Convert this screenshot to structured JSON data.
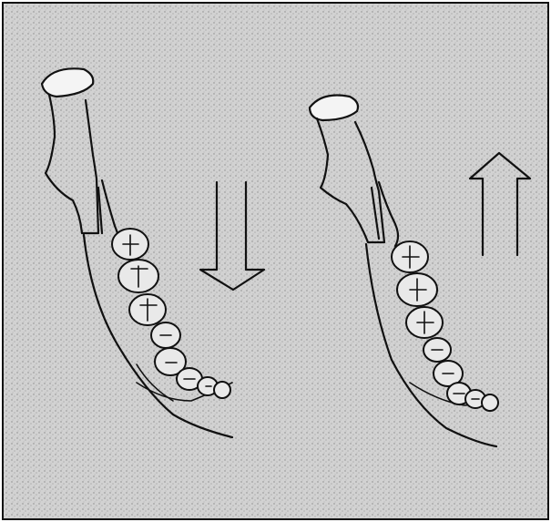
{
  "figure": {
    "panels": [
      {
        "id": "left",
        "arrow_direction": "down"
      },
      {
        "id": "right",
        "arrow_direction": "up"
      }
    ],
    "colors": {
      "ink": "#111111",
      "background_stipple": "#cfcfcf",
      "paper": "#f4f4f4"
    }
  }
}
